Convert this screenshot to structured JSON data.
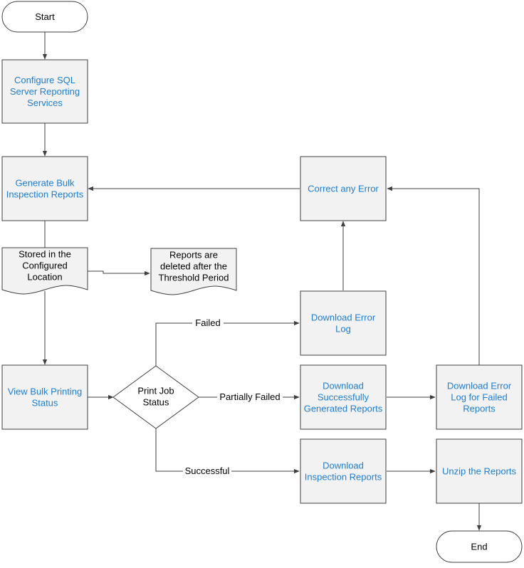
{
  "nodes": {
    "start": {
      "lines": [
        "Start"
      ],
      "color": "#000000"
    },
    "configure_ssrs": {
      "lines": [
        "Configure SQL",
        "Server Reporting",
        "Services"
      ],
      "color": "#1f7ecf"
    },
    "generate_reports": {
      "lines": [
        "Generate Bulk",
        "Inspection Reports"
      ],
      "color": "#1f7ecf"
    },
    "stored_location": {
      "lines": [
        "Stored in the",
        "Configured",
        "Location"
      ],
      "color": "#000000"
    },
    "reports_deleted": {
      "lines": [
        "Reports are",
        "deleted after the",
        "Threshold Period"
      ],
      "color": "#000000"
    },
    "view_status": {
      "lines": [
        "View Bulk Printing",
        "Status"
      ],
      "color": "#1f7ecf"
    },
    "print_job_status": {
      "lines": [
        "Print Job",
        "Status"
      ],
      "color": "#000000"
    },
    "download_error_log": {
      "lines": [
        "Download Error",
        "Log"
      ],
      "color": "#1f7ecf"
    },
    "correct_error": {
      "lines": [
        "Correct any Error"
      ],
      "color": "#1f7ecf"
    },
    "download_success": {
      "lines": [
        "Download",
        "Successfully",
        "Generated Reports"
      ],
      "color": "#1f7ecf"
    },
    "download_error_failed": {
      "lines": [
        "Download Error",
        "Log for Failed",
        "Reports"
      ],
      "color": "#1f7ecf"
    },
    "download_inspection": {
      "lines": [
        "Download",
        "Inspection Reports"
      ],
      "color": "#1f7ecf"
    },
    "unzip_reports": {
      "lines": [
        "Unzip the Reports"
      ],
      "color": "#1f7ecf"
    },
    "end": {
      "lines": [
        "End"
      ],
      "color": "#000000"
    }
  },
  "edge_labels": {
    "failed": "Failed",
    "partially_failed": "Partially Failed",
    "successful": "Successful"
  }
}
